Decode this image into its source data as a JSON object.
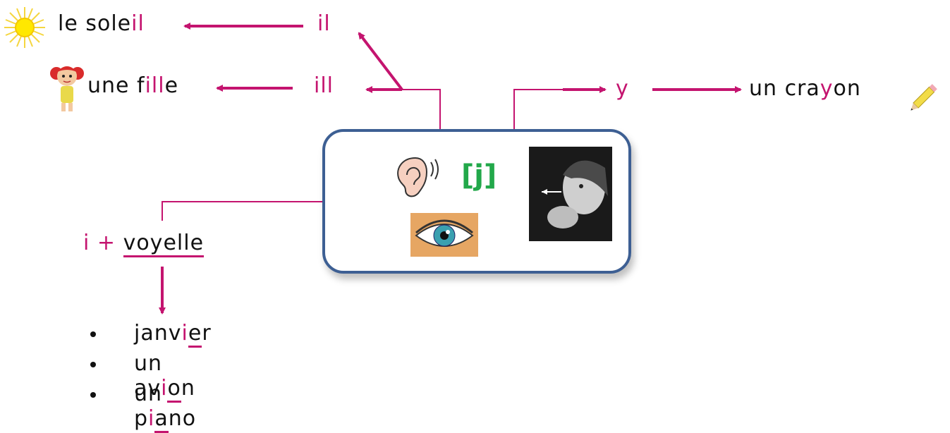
{
  "colors": {
    "accent": "#c4146f",
    "phoneme": "#22a84a",
    "box_border": "#3d5f93"
  },
  "phoneme": "[j]",
  "spellings": {
    "il": "il",
    "ill": "ill",
    "y": "y",
    "i_voyelle": {
      "i": "i",
      "plus": "+",
      "voyelle": "voyelle"
    }
  },
  "examples": {
    "soleil": {
      "before": "le sole",
      "highlight": "il",
      "after": ""
    },
    "fille": {
      "before": "une f",
      "highlight": "ill",
      "after": "e"
    },
    "crayon": {
      "before": "un cra",
      "highlight": "y",
      "after": "on"
    }
  },
  "list": [
    {
      "p1": "janv",
      "hi": "i",
      "ul": "e",
      "rest": "r"
    },
    {
      "p1": "un av",
      "hi": "i",
      "ul": "o",
      "rest": "n"
    },
    {
      "p1": "un p",
      "hi": "i",
      "ul": "a",
      "rest": "no"
    }
  ],
  "icons": [
    "sun-icon",
    "girl-icon",
    "pencil-icon",
    "ear-icon",
    "eye-icon",
    "child-photo"
  ]
}
